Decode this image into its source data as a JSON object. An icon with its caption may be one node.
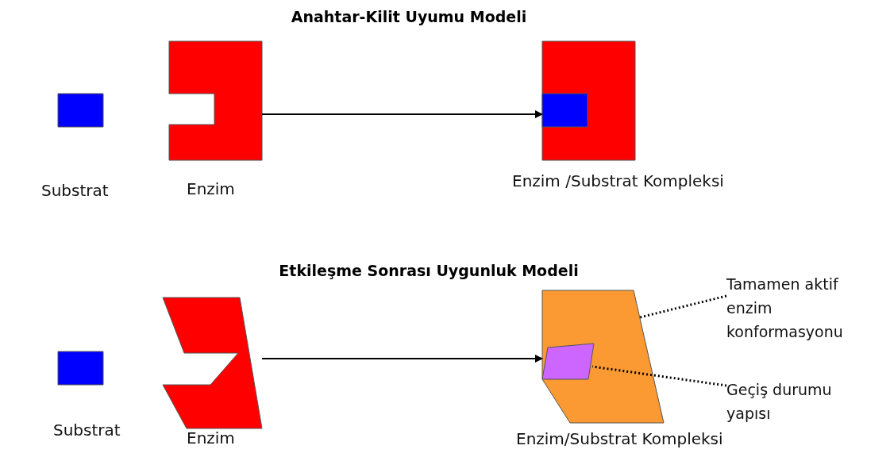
{
  "diagram": {
    "title": "Anahtar-Kilit Uyumu Modeli",
    "nodes": [
      {
        "text": [],
        "shape": "box",
        "beside": [
          "Substrat"
        ]
      },
      {
        "text": [],
        "shape": "box",
        "beside": [
          "Enzim"
        ]
      },
      {
        "text": [],
        "shape": "box",
        "beside": [
          "Enzim /Substrat Kompleksi"
        ]
      },
      {
        "text": [],
        "shape": "box",
        "in": 2
      },
      {
        "text": [],
        "shape": "box",
        "beside": [
          "Substrat"
        ]
      },
      {
        "text": [],
        "shape": "box",
        "beside": [
          "Enzim"
        ]
      },
      {
        "text": [],
        "shape": "box",
        "beside": [
          "Enzim/Substrat Kompleksi"
        ]
      },
      {
        "text": [],
        "shape": "box",
        "in": 6
      },
      {
        "text": [
          "Tamamen aktif enzim konformasyonu"
        ]
      },
      {
        "text": [
          "Geçiş durumu yapısı"
        ]
      }
    ],
    "edges": [
      {
        "from": 1,
        "to": 2,
        "arrow": "to"
      },
      {
        "from": 5,
        "to": 6,
        "arrow": "to"
      },
      {
        "from": 8,
        "to": 6,
        "arrow": "none",
        "style": "dashed"
      },
      {
        "from": 9,
        "to": 7,
        "arrow": "none",
        "style": "dashed"
      }
    ],
    "labels": [
      "Etkileşme Sonrası Uygunluk Modeli"
    ]
  }
}
